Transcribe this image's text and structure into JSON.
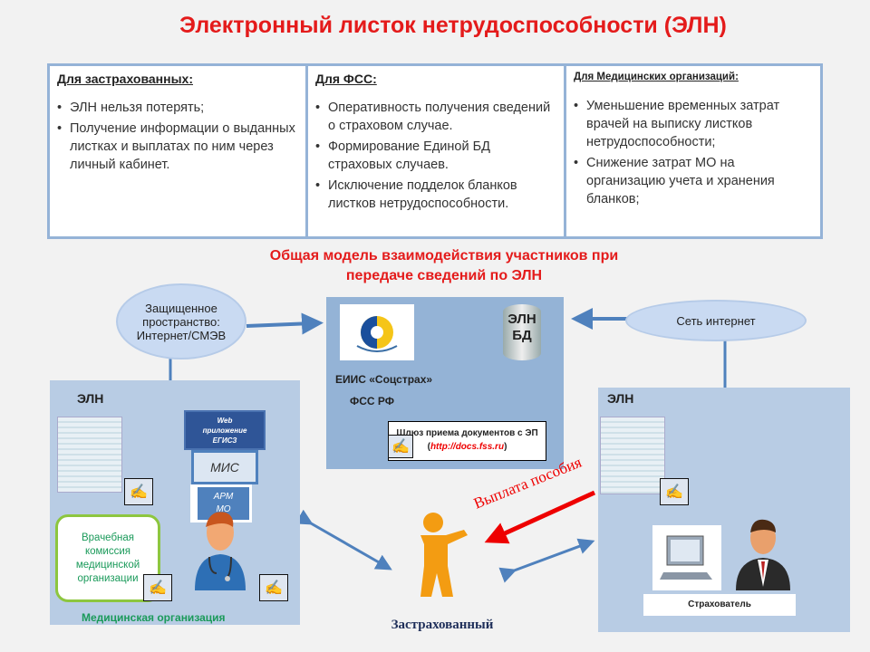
{
  "title": "Электронный листок нетрудоспособности (ЭЛН)",
  "columns": [
    {
      "heading": "Для застрахованных:",
      "items": [
        "ЭЛН нельзя потерять;",
        "Получение информации о выданных листках и  выплатах по ним через личный кабинет."
      ]
    },
    {
      "heading": "Для ФСС:",
      "items": [
        "Оперативность получения сведений о страховом случае.",
        "Формирование Единой БД страховых случаев.",
        "Исключение подделок бланков листков нетрудоспособности."
      ]
    },
    {
      "heading": "Для Медицинских организаций:",
      "items": [
        "Уменьшение временных затрат врачей на выписку листков нетрудоспособности;",
        "Снижение затрат МО на организацию учета и хранения бланков;"
      ]
    }
  ],
  "subtitle": [
    "Общая модель взаимодействия участников при",
    "передаче сведений по ЭЛН"
  ],
  "cloud_left": "Защищенное пространство: Интернет/СМЭВ",
  "cloud_right": "Сеть интернет",
  "fss": {
    "db_line1": "ЭЛН",
    "db_line2": "БД",
    "name1": "ЕИИС «Соцстрах»",
    "name2": "ФСС РФ",
    "gateway": "Шлюз приема документов с ЭП",
    "gateway_url": "http://docs.fss.ru"
  },
  "med": {
    "eln": "ЭЛН",
    "web1": "Web",
    "web2": "приложение",
    "web3": "ЕГИСЗ",
    "mis": "МИС",
    "arm1": "АРМ",
    "arm2": "МО",
    "commission": "Врачебная комиссия медицинской организации",
    "label": "Медицинская организация"
  },
  "employer": {
    "eln": "ЭЛН",
    "label": "Страхователь"
  },
  "insured": "Застрахованный",
  "payment": "Выплата пособия"
}
